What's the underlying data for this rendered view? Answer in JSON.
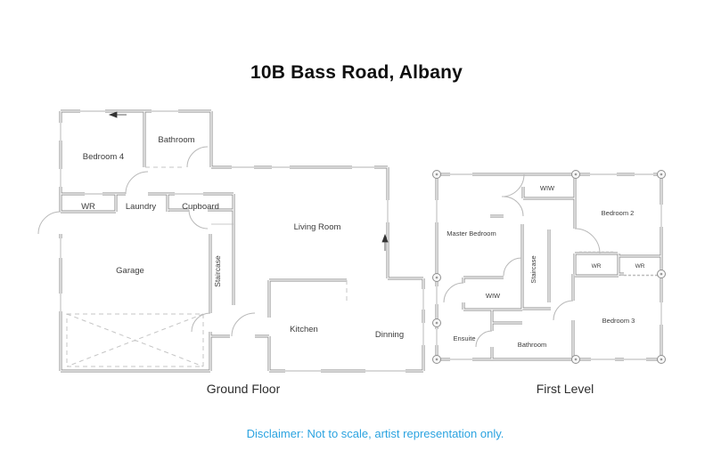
{
  "title": "10B Bass Road, Albany",
  "ground_floor": {
    "caption": "Ground Floor",
    "rooms": {
      "bedroom4": "Bedroom 4",
      "bathroom": "Bathroom",
      "wr": "WR",
      "laundry": "Laundry",
      "cupboard": "Cupboard",
      "living_room": "Living Room",
      "garage": "Garage",
      "staircase": "Staircase",
      "kitchen": "Kitchen",
      "dinning": "Dinning"
    }
  },
  "first_level": {
    "caption": "First Level",
    "rooms": {
      "master_bedroom": "Master Bedroom",
      "wiw_top": "WIW",
      "bedroom2": "Bedroom 2",
      "wr1": "WR",
      "wr2": "WR",
      "staircase": "Staircase",
      "wiw_lower": "WIW",
      "ensuite": "Ensuite",
      "bathroom": "Bathroom",
      "bedroom3": "Bedroom 3"
    }
  },
  "disclaimer": "Disclaimer: Not to scale, artist representation only.",
  "colors": {
    "wall_gray": "#8a8a8a",
    "disclaimer_blue": "#2ba3e0"
  }
}
